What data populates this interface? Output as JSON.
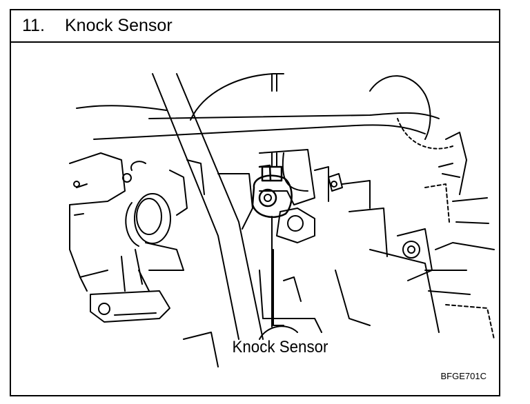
{
  "section": {
    "number": "11.",
    "title": "Knock Sensor"
  },
  "figure": {
    "callout_label": "Knock Sensor",
    "figure_code": "BFGE701C"
  }
}
